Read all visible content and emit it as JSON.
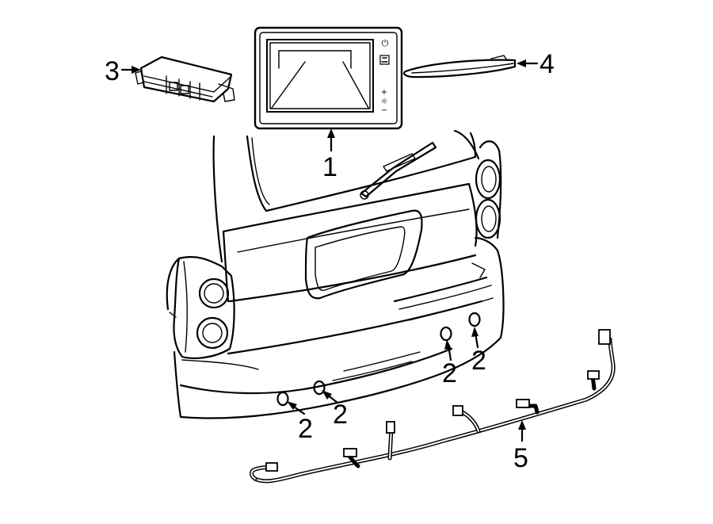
{
  "callouts": {
    "part_1": "1",
    "part_2": "2",
    "part_3": "3",
    "part_4": "4",
    "part_5": "5"
  },
  "display": {
    "power_symbol": "⏻",
    "plus_symbol": "+",
    "minus_symbol": "−",
    "brightness_symbol": "☼"
  }
}
